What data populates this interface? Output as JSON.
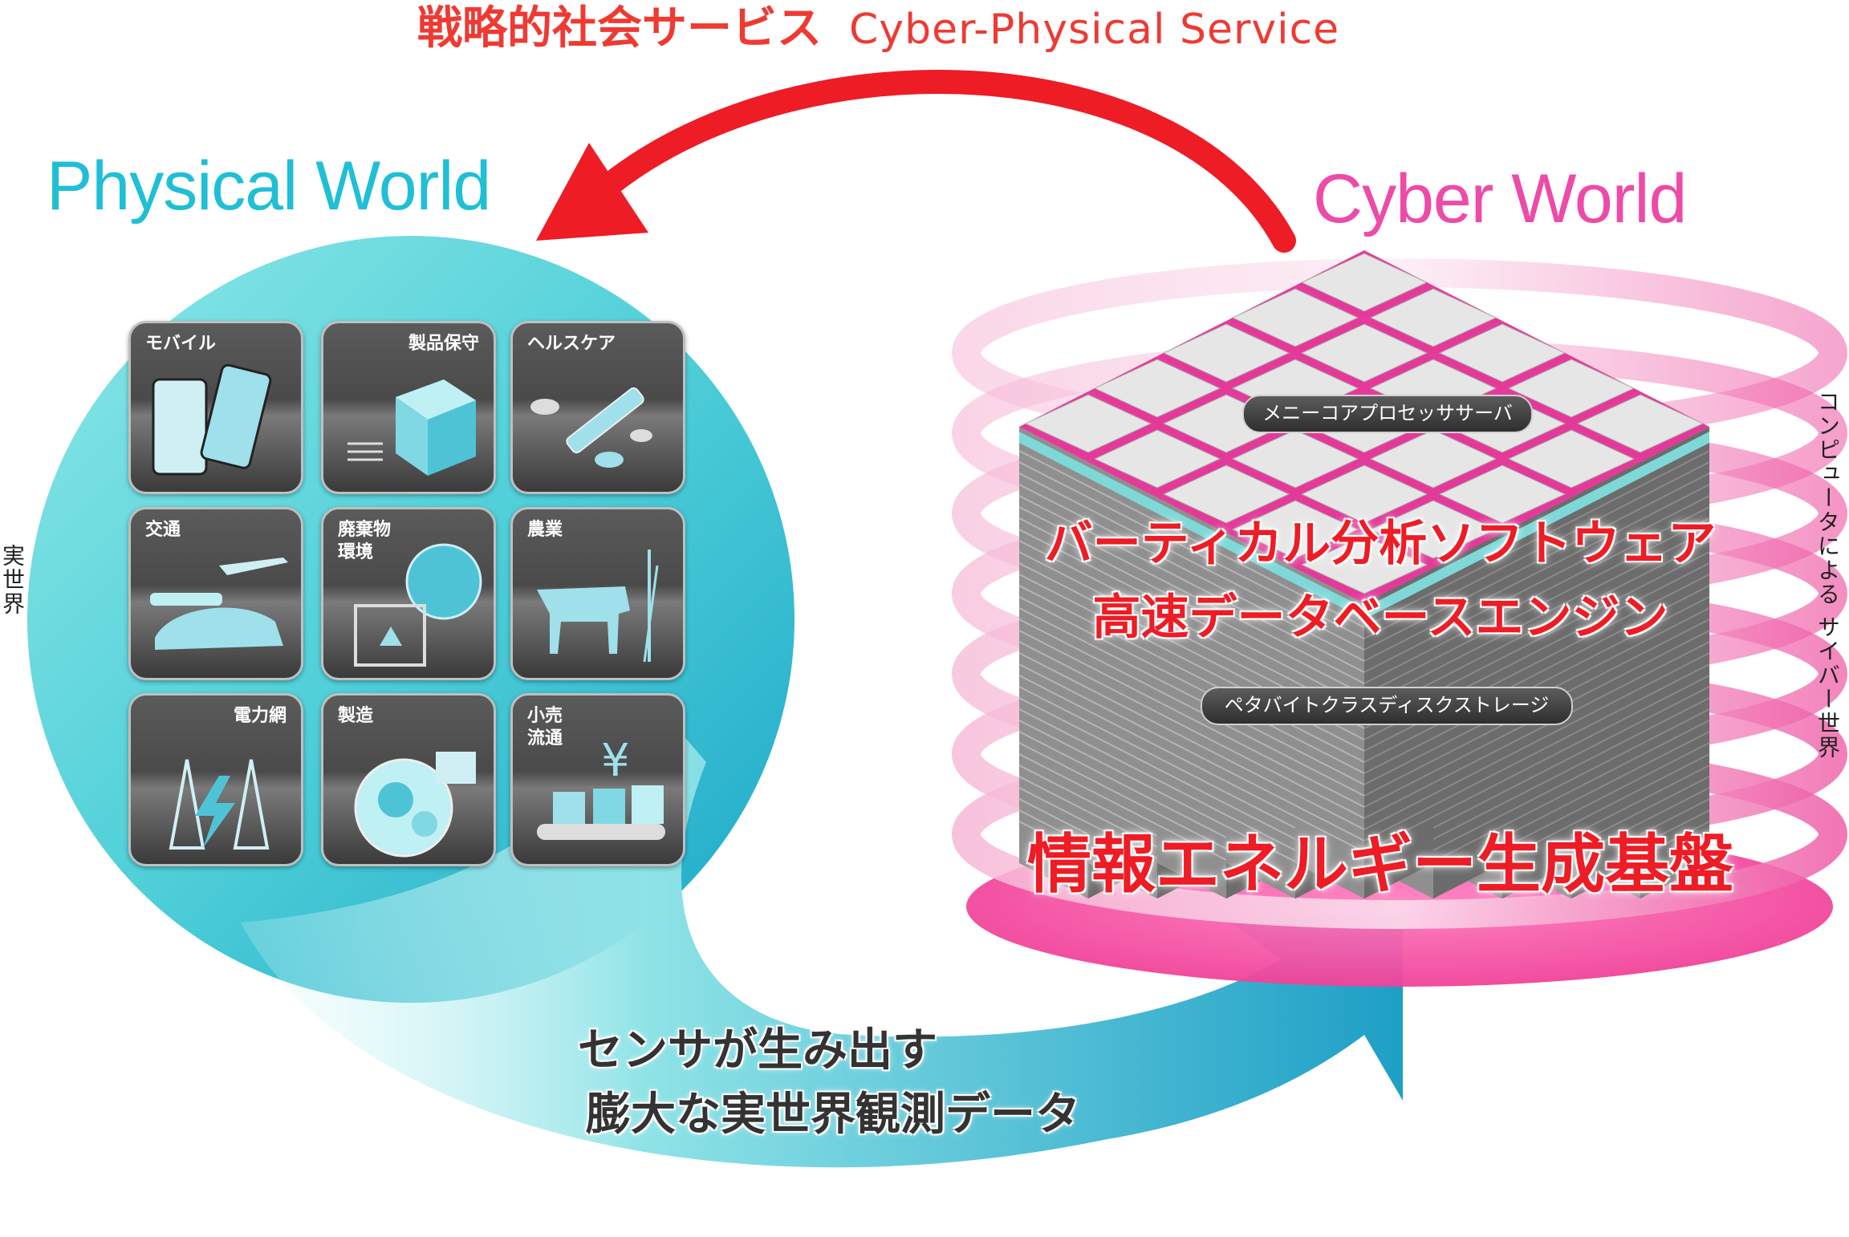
{
  "top_title": {
    "jp": "戦略的社会サービス",
    "en": "Cyber-Physical  Service"
  },
  "physical_world": {
    "title": "Physical World",
    "side_label": "実世界"
  },
  "cyber_world": {
    "title": "Cyber World",
    "side_label": "コンピュータによる サイバー世界"
  },
  "tiles": [
    {
      "label": "モバイル",
      "icon": "mobile-phones-icon"
    },
    {
      "label": "製品保守",
      "icon": "product-cube-icon"
    },
    {
      "label": "ヘルスケア",
      "icon": "syringe-pills-icon"
    },
    {
      "label": "交通",
      "icon": "car-plane-train-icon"
    },
    {
      "label": "廃棄物\n環境",
      "icon": "globe-recycle-bin-icon"
    },
    {
      "label": "農業",
      "icon": "cow-rice-icon"
    },
    {
      "label": "電力網",
      "icon": "power-tower-icon"
    },
    {
      "label": "製造",
      "icon": "gears-factory-icon"
    },
    {
      "label": "小売\n流通",
      "icon": "yen-conveyor-icon"
    }
  ],
  "server": {
    "pill_top": "メニーコアプロセッササーバ",
    "line1": "バーティカル分析ソフトウェア",
    "line2": "高速データベースエンジン",
    "pill_bottom": "ペタバイトクラスディスクストレージ",
    "base": "情報エネルギー生成基盤"
  },
  "sensor_text": {
    "line1": "センサが生み出す",
    "line2": "膨大な実世界観測データ"
  },
  "colors": {
    "red": "#ee1c25",
    "cyan": "#1fbfd6",
    "pink": "#ee4aa8"
  }
}
